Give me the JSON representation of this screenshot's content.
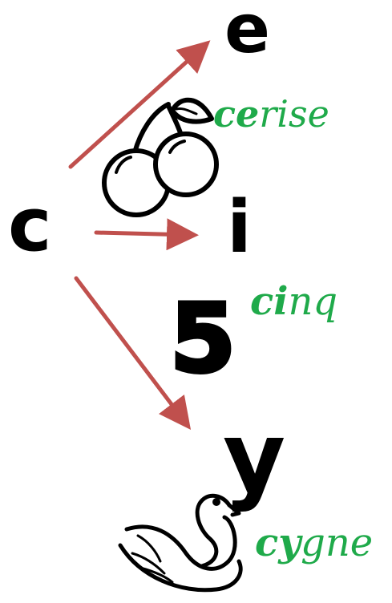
{
  "source_letter": "c",
  "branches": [
    {
      "vowel": "e",
      "word_bold": "ce",
      "word_rest": "rise",
      "picture": "cherry-icon"
    },
    {
      "vowel": "i",
      "word_bold": "ci",
      "word_rest": "nq",
      "picture": "number-five-icon"
    },
    {
      "vowel": "y",
      "word_bold": "cy",
      "word_rest": "gne",
      "picture": "swan-icon"
    }
  ],
  "digit_five": "5",
  "colors": {
    "arrow": "#c0504d",
    "word": "#1faa4a",
    "letter": "#000000",
    "background": "#ffffff"
  }
}
